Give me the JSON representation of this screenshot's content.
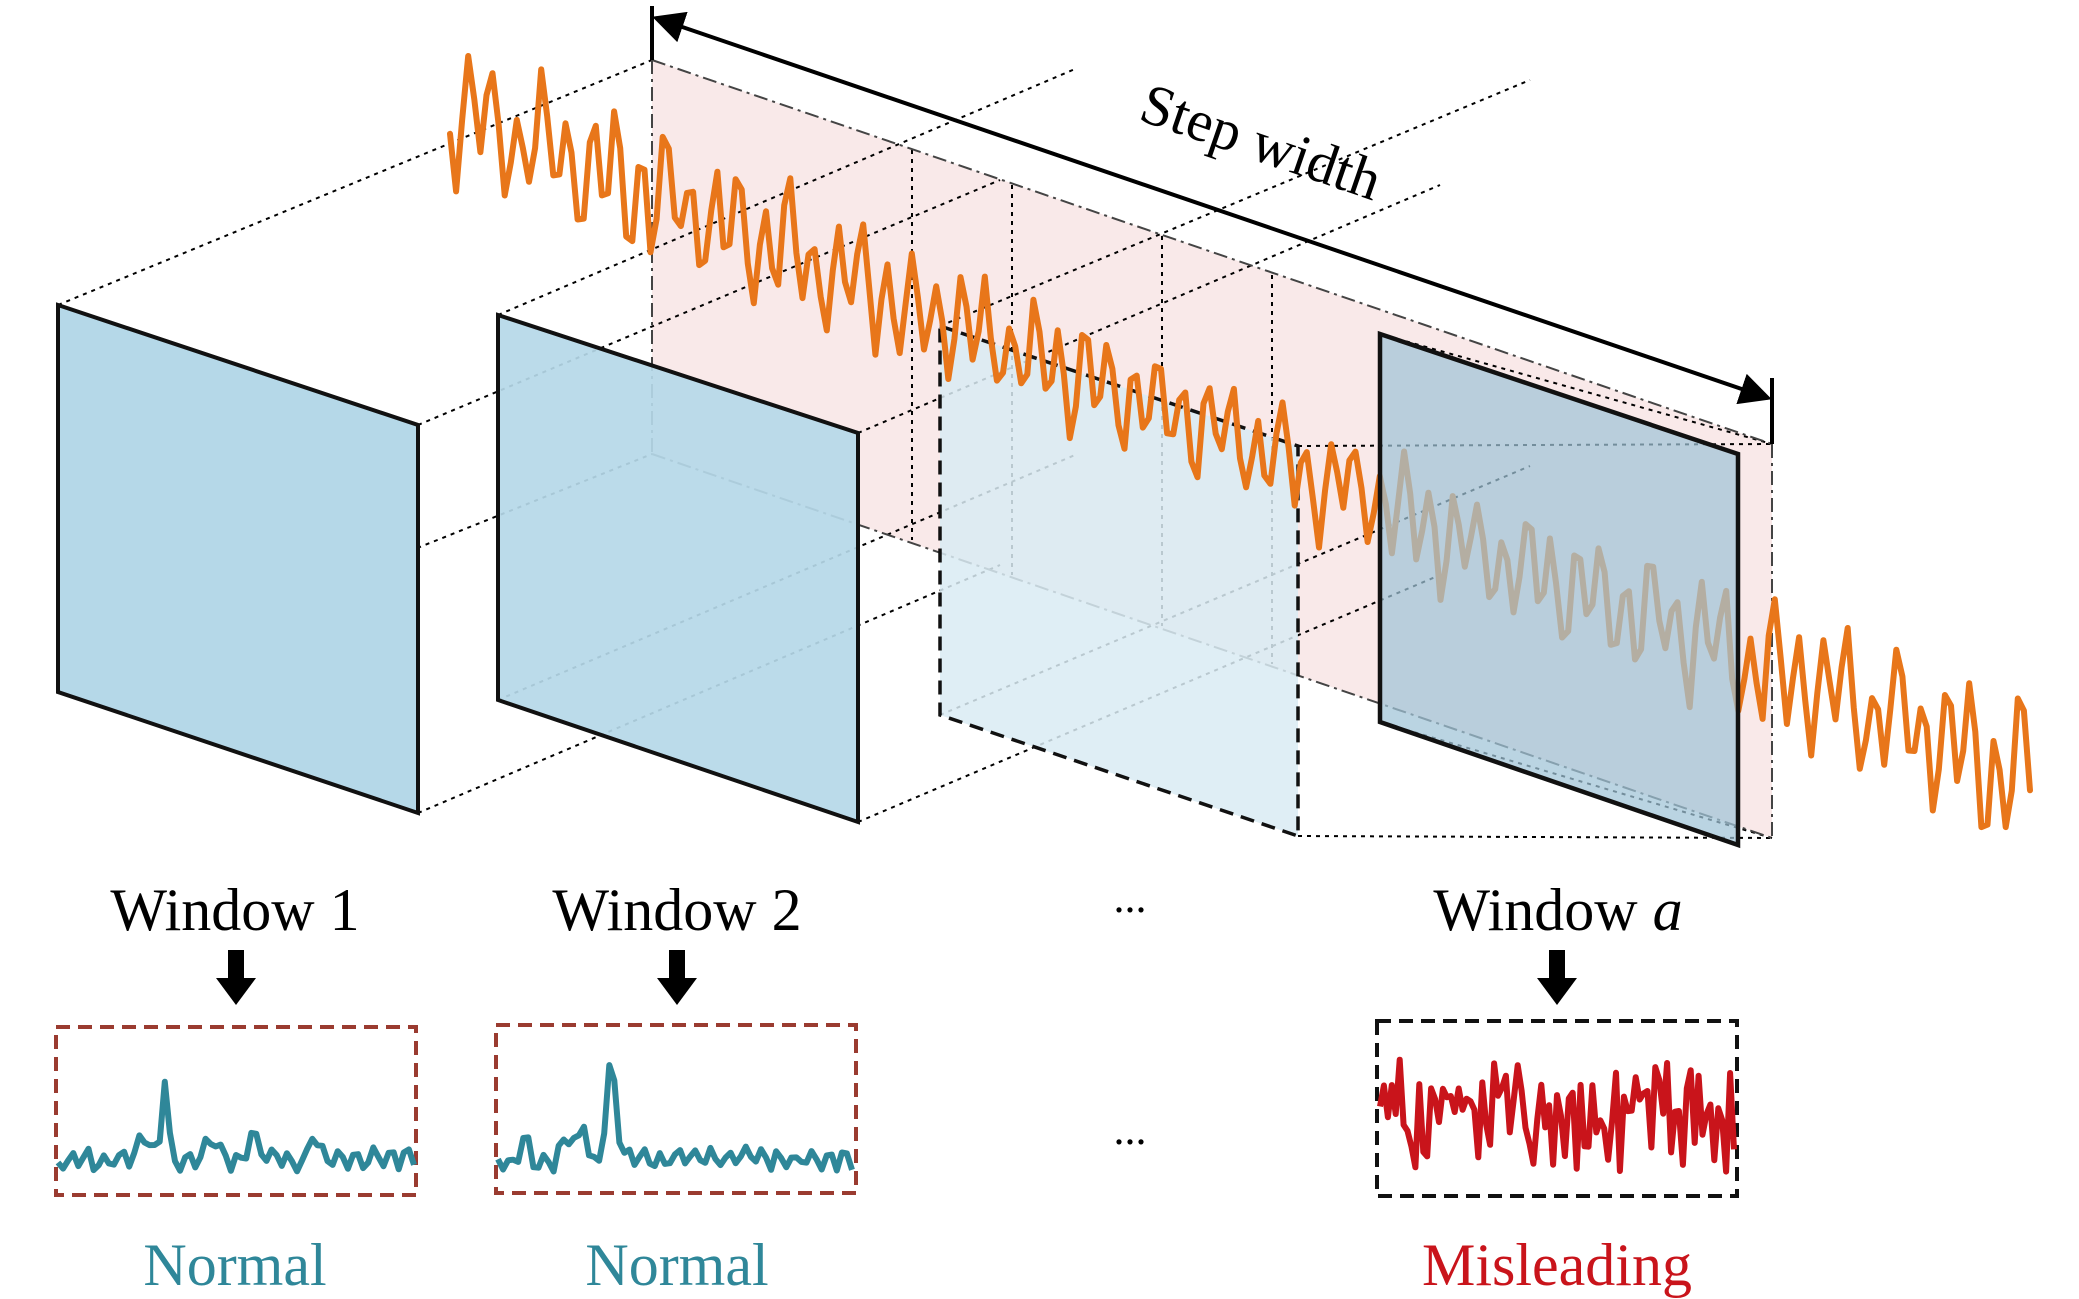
{
  "step_label": "Step width",
  "windows": [
    {
      "label": "Window 1",
      "status": "Normal"
    },
    {
      "label": "Window 2",
      "status": "Normal"
    },
    {
      "label_prefix": "Window ",
      "label_var": "a",
      "status": "Misleading"
    }
  ],
  "ellipsis_top": "...",
  "ellipsis_bottom": "...",
  "colors": {
    "signal": "#e8761a",
    "pane_fill": "#b5d8e8",
    "pane_fill_light": "#d9ebf3",
    "band_fill": "#f7e3e3",
    "normal": "#2f8799",
    "misleading": "#c9141b",
    "normal_box": "#9a3b30",
    "text": "#000000"
  },
  "icons": {
    "down_arrow": "down-arrow-icon",
    "step_arrow": "double-headed-arrow-icon"
  }
}
